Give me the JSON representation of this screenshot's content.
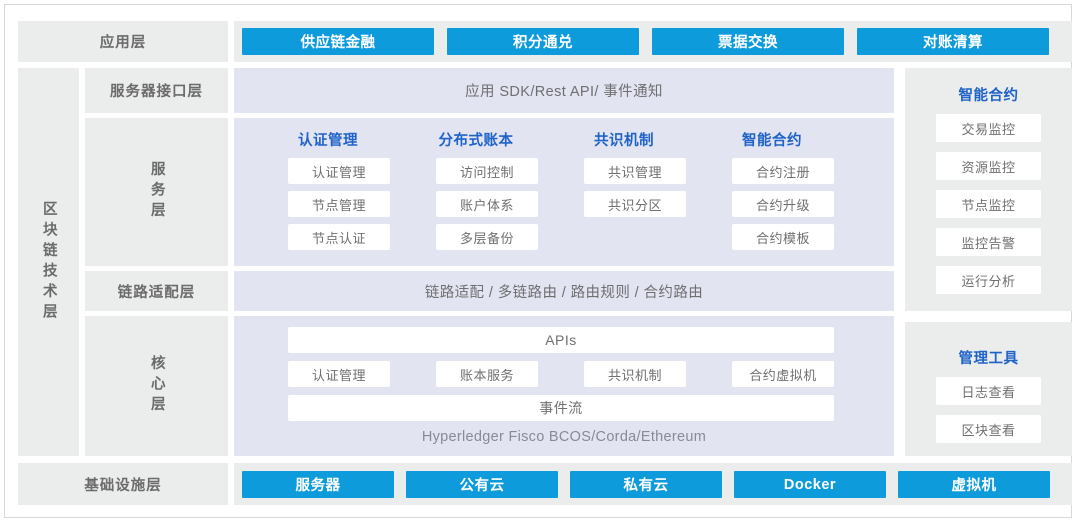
{
  "colors": {
    "accent_blue": "#0e9bdb",
    "heading_blue": "#1f63c8",
    "gray_panel": "#ebecec",
    "lavender_panel": "#e2e4f2",
    "chip_white": "#ffffff",
    "label_gray": "#6b6b6b",
    "border_gray": "#d8d8d8"
  },
  "spine": {
    "label": "区块链技术层"
  },
  "application_layer": {
    "label": "应用层",
    "buttons": [
      "供应链金融",
      "积分通兑",
      "票据交换",
      "对账清算"
    ]
  },
  "server_interface_layer": {
    "label": "服务器接口层",
    "bar_text": "应用 SDK/Rest API/ 事件通知"
  },
  "service_layer": {
    "label": "服务层",
    "columns": [
      {
        "heading": "认证管理",
        "items": [
          "认证管理",
          "节点管理",
          "节点认证"
        ]
      },
      {
        "heading": "分布式账本",
        "items": [
          "访问控制",
          "账户体系",
          "多层备份"
        ]
      },
      {
        "heading": "共识机制",
        "items": [
          "共识管理",
          "共识分区"
        ]
      },
      {
        "heading": "智能合约",
        "items": [
          "合约注册",
          "合约升级",
          "合约模板"
        ]
      }
    ]
  },
  "link_adaptation_layer": {
    "label": "链路适配层",
    "bar_text": "链路适配 / 多链路由 / 路由规则 / 合约路由"
  },
  "core_layer": {
    "label": "核心层",
    "apis_bar": "APIs",
    "modules": [
      "认证管理",
      "账本服务",
      "共识机制",
      "合约虚拟机"
    ],
    "event_bar": "事件流",
    "footer_text": "Hyperledger Fisco BCOS/Corda/Ethereum"
  },
  "infrastructure_layer": {
    "label": "基础设施层",
    "buttons": [
      "服务器",
      "公有云",
      "私有云",
      "Docker",
      "虚拟机"
    ]
  },
  "side_panels": [
    {
      "heading": "智能合约",
      "items": [
        "交易监控",
        "资源监控",
        "节点监控",
        "监控告警",
        "运行分析"
      ]
    },
    {
      "heading": "管理工具",
      "items": [
        "日志查看",
        "区块查看"
      ]
    }
  ]
}
